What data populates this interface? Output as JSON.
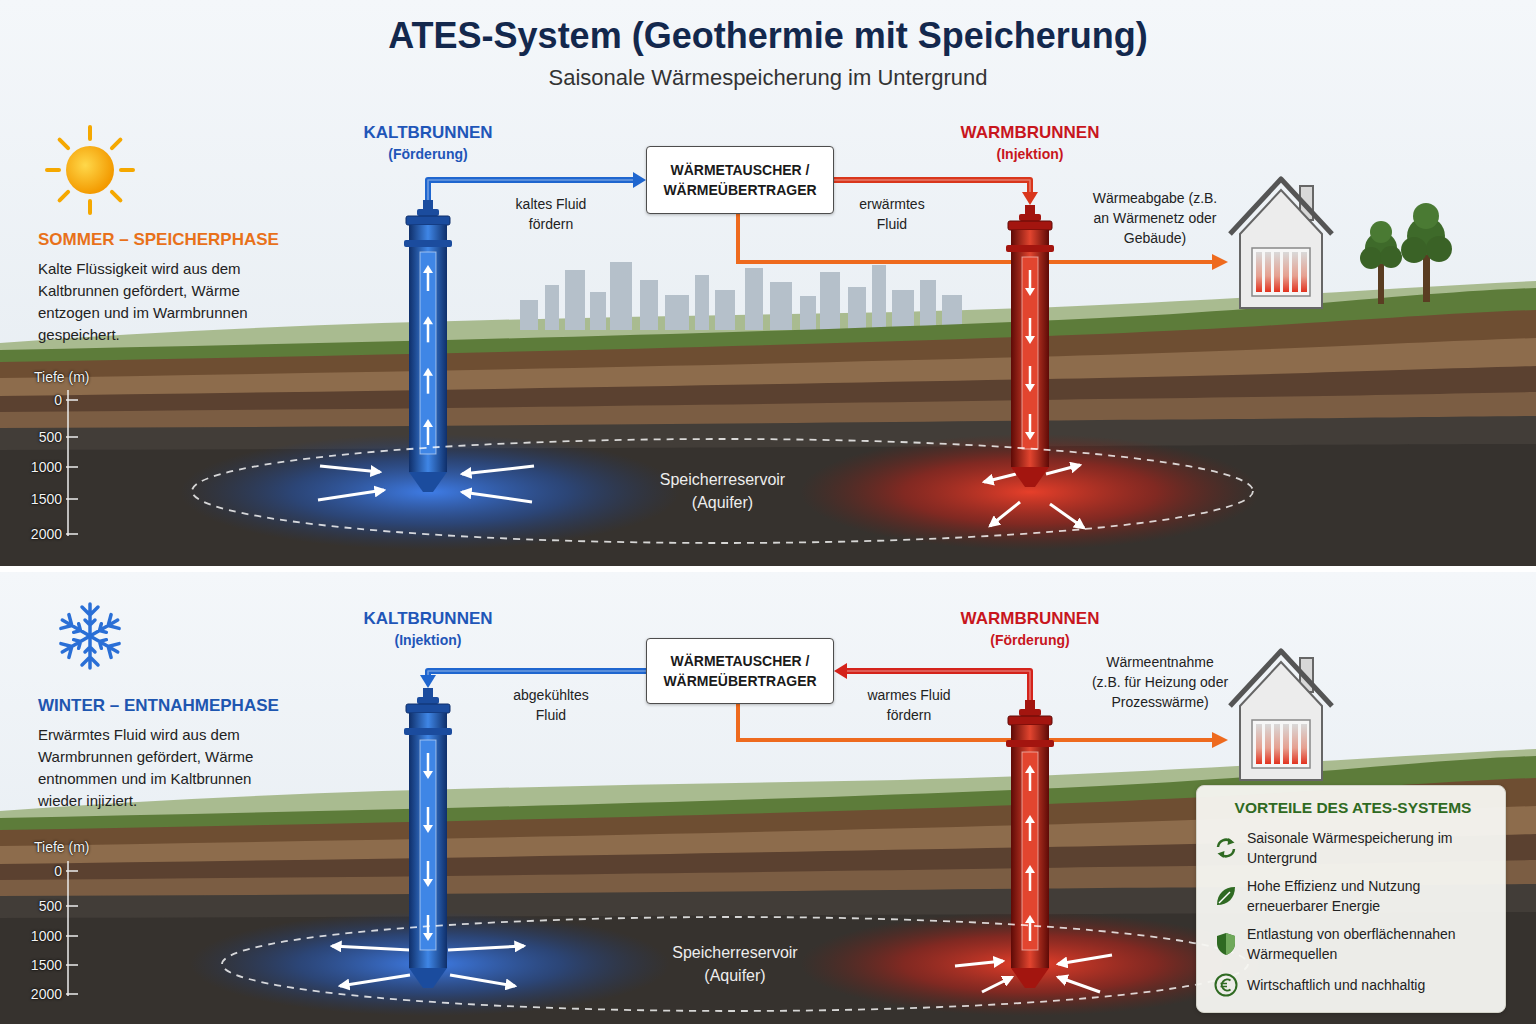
{
  "diagram": {
    "title": "ATES-System (Geothermie mit Speicherung)",
    "nodes": [
      {
        "text": [
          "KALTBRUNNEN",
          "(Förderung)"
        ]
      },
      {
        "text": [
          "WÄRMETAUSCHER / WÄRMEÜBERTRAGER"
        ]
      },
      {
        "text": [
          "WARMBRUNNEN",
          "(Injektion)"
        ]
      },
      {
        "text": [
          "Speicherreservoir (Aquifer)"
        ]
      },
      {
        "text": [
          "KALTBRUNNEN",
          "(Injektion)"
        ]
      },
      {
        "text": [
          "WÄRMETAUSCHER / WÄRMEÜBERTRAGER"
        ]
      },
      {
        "text": [
          "WARMBRUNNEN",
          "(Förderung)"
        ]
      },
      {
        "text": [
          "Speicherreservoir (Aquifer)"
        ]
      },
      {
        "text": [
          "VORTEILE DES ATES-SYSTEMS",
          "Saisonale Wärmespeicherung im Untergrund",
          "Hohe Effizienz und Nutzung erneuerbarer Energie",
          "Entlastung von oberflächennahen Wärmequellen",
          "Wirtschaftlich und nachhaltig"
        ]
      }
    ],
    "edges": [
      {
        "from": 0,
        "to": 1,
        "label": "kaltes Fluid fördern",
        "arrow": "to"
      },
      {
        "from": 1,
        "to": 2,
        "label": "erwärmtes Fluid",
        "arrow": "to"
      },
      {
        "from": 6,
        "to": 5,
        "label": "warmes Fluid fördern",
        "arrow": "to"
      },
      {
        "from": 5,
        "to": 4,
        "label": "abgekühltes Fluid",
        "arrow": "to"
      }
    ],
    "labels": [
      "Saisonale Wärmespeicherung im Untergrund",
      "SOMMER – SPEICHERPHASE",
      "Kalte Flüssigkeit wird aus dem Kaltbrunnen gefördert, Wärme entzogen und im Warmbrunnen gespeichert.",
      "Tiefe (m)",
      "0",
      "500",
      "1000",
      "1500",
      "2000",
      "Wärmeabgabe (z.B. an Wärmenetz oder Gebäude)",
      "WINTER – ENTNAHMEPHASE",
      "Erwärmtes Fluid wird aus dem Warmbrunnen gefördert, Wärme entnommen und im Kaltbrunnen wieder injiziert.",
      "Tiefe (m)",
      "0",
      "500",
      "1000",
      "1500",
      "2000",
      "Wärmeentnahme (z.B. für Heizung oder Prozesswärme)"
    ]
  }
}
